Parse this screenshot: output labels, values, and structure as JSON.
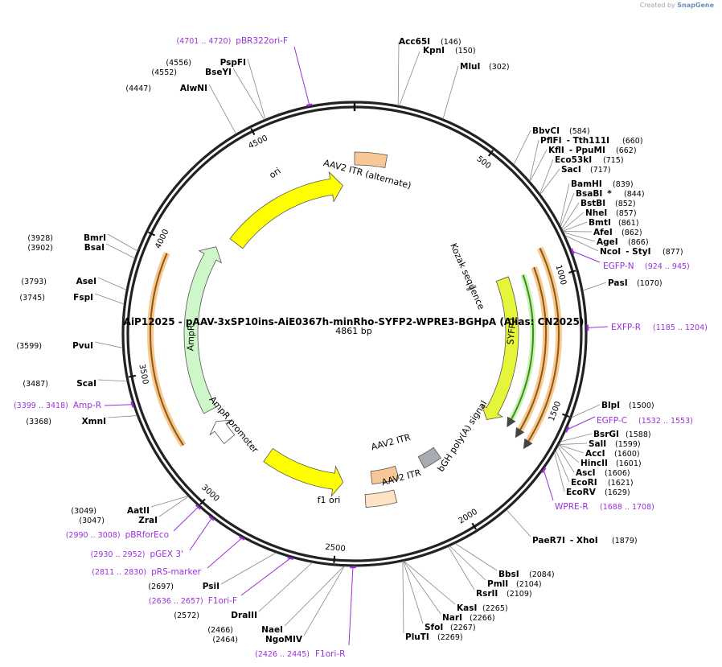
{
  "credit": {
    "prefix": "Created by",
    "brand": "SnapGene"
  },
  "plasmid": {
    "name": "AiP12025 - pAAV-3xSP10ins-AiE0367h-minRho-SYFP2-WPRE3-BGHpA (Alias: CN2025)",
    "length_label": "4861 bp"
  },
  "ticks": [
    "500",
    "1000",
    "1500",
    "2000",
    "2500",
    "3000",
    "3500",
    "4000",
    "4500"
  ],
  "sites": [
    {
      "name": "Acc65I",
      "pos": "(146)"
    },
    {
      "name": "KpnI",
      "pos": "(150)"
    },
    {
      "name": "MluI",
      "pos": "(302)"
    },
    {
      "name": "BbvCI",
      "pos": "(584)"
    },
    {
      "name": "PflFI",
      "alt": "- Tth111I",
      "pos": "(660)"
    },
    {
      "name": "KflI",
      "alt": "- PpuMI",
      "pos": "(662)"
    },
    {
      "name": "Eco53kI",
      "pos": "(715)"
    },
    {
      "name": "SacI",
      "pos": "(717)"
    },
    {
      "name": "BamHI",
      "pos": "(839)"
    },
    {
      "name": "BsaBI",
      "star": "*",
      "pos": "(844)"
    },
    {
      "name": "BstBI",
      "pos": "(852)"
    },
    {
      "name": "NheI",
      "pos": "(857)"
    },
    {
      "name": "BmtI",
      "pos": "(861)"
    },
    {
      "name": "AfeI",
      "pos": "(862)"
    },
    {
      "name": "AgeI",
      "pos": "(866)"
    },
    {
      "name": "NcoI",
      "alt": "- StyI",
      "pos": "(877)"
    },
    {
      "name": "PasI",
      "pos": "(1070)"
    },
    {
      "name": "BlpI",
      "pos": "(1500)"
    },
    {
      "name": "BsrGI",
      "pos": "(1588)"
    },
    {
      "name": "SalI",
      "pos": "(1599)"
    },
    {
      "name": "AccI",
      "pos": "(1600)"
    },
    {
      "name": "HincII",
      "pos": "(1601)"
    },
    {
      "name": "AscI",
      "pos": "(1606)"
    },
    {
      "name": "EcoRI",
      "pos": "(1621)"
    },
    {
      "name": "EcoRV",
      "pos": "(1629)"
    },
    {
      "name": "PaeR7I",
      "alt": "- XhoI",
      "pos": "(1879)"
    },
    {
      "name": "BbsI",
      "pos": "(2084)"
    },
    {
      "name": "PmlI",
      "pos": "(2104)"
    },
    {
      "name": "RsrII",
      "pos": "(2109)"
    },
    {
      "name": "KasI",
      "pos": "(2265)"
    },
    {
      "name": "NarI",
      "pos": "(2266)"
    },
    {
      "name": "SfoI",
      "pos": "(2267)"
    },
    {
      "name": "PluTI",
      "pos": "(2269)"
    },
    {
      "name": "NaeI",
      "pos": "(2466)"
    },
    {
      "name": "NgoMIV",
      "pos": "(2464)"
    },
    {
      "name": "DraIII",
      "pos": "(2572)"
    },
    {
      "name": "PsiI",
      "pos": "(2697)"
    },
    {
      "name": "ZraI",
      "pos": "(3047)"
    },
    {
      "name": "AatII",
      "pos": "(3049)"
    },
    {
      "name": "XmnI",
      "pos": "(3368)"
    },
    {
      "name": "ScaI",
      "pos": "(3487)"
    },
    {
      "name": "PvuI",
      "pos": "(3599)"
    },
    {
      "name": "FspI",
      "pos": "(3745)"
    },
    {
      "name": "AseI",
      "pos": "(3793)"
    },
    {
      "name": "BsaI",
      "pos": "(3902)"
    },
    {
      "name": "BmrI",
      "pos": "(3928)"
    },
    {
      "name": "AlwNI",
      "pos": "(4447)"
    },
    {
      "name": "BseYI",
      "pos": "(4552)"
    },
    {
      "name": "PspFI",
      "pos": "(4556)"
    }
  ],
  "primers": [
    {
      "name": "pBR322ori-F",
      "pos": "(4701 .. 4720)"
    },
    {
      "name": "EGFP-N",
      "pos": "(924 .. 945)"
    },
    {
      "name": "EXFP-R",
      "pos": "(1185 .. 1204)"
    },
    {
      "name": "EGFP-C",
      "pos": "(1532 .. 1553)"
    },
    {
      "name": "WPRE-R",
      "pos": "(1688 .. 1708)"
    },
    {
      "name": "F1ori-R",
      "pos": "(2426 .. 2445)"
    },
    {
      "name": "F1ori-F",
      "pos": "(2636 .. 2657)"
    },
    {
      "name": "pRS-marker",
      "pos": "(2811 .. 2830)"
    },
    {
      "name": "pGEX 3'",
      "pos": "(2930 .. 2952)"
    },
    {
      "name": "pBRforEco",
      "pos": "(2990 .. 3008)"
    },
    {
      "name": "Amp-R",
      "pos": "(3399 .. 3418)"
    }
  ],
  "features": [
    {
      "name": "AAV2 ITR (alternate)"
    },
    {
      "name": "ori"
    },
    {
      "name": "Kozak sequence"
    },
    {
      "name": "SYFP2"
    },
    {
      "name": "bGH poly(A) signal"
    },
    {
      "name": "AAV2 ITR"
    },
    {
      "name": "AAV2 ITR"
    },
    {
      "name": "f1 ori"
    },
    {
      "name": "AmpR promoter"
    },
    {
      "name": "AmpR"
    }
  ],
  "colors": {
    "backbone": "#222222",
    "ori": "#ffff00",
    "itr": "#f9c696",
    "itr_light": "#fde2c4",
    "syfp2": "#e6f53a",
    "ampr": "#cdf7c8",
    "polya": "#a7acb3",
    "primer": "#9b30d9",
    "orf_outer": "#f7c990",
    "orf_inner": "#8a5a12",
    "orf_green": "#3b8f12"
  }
}
